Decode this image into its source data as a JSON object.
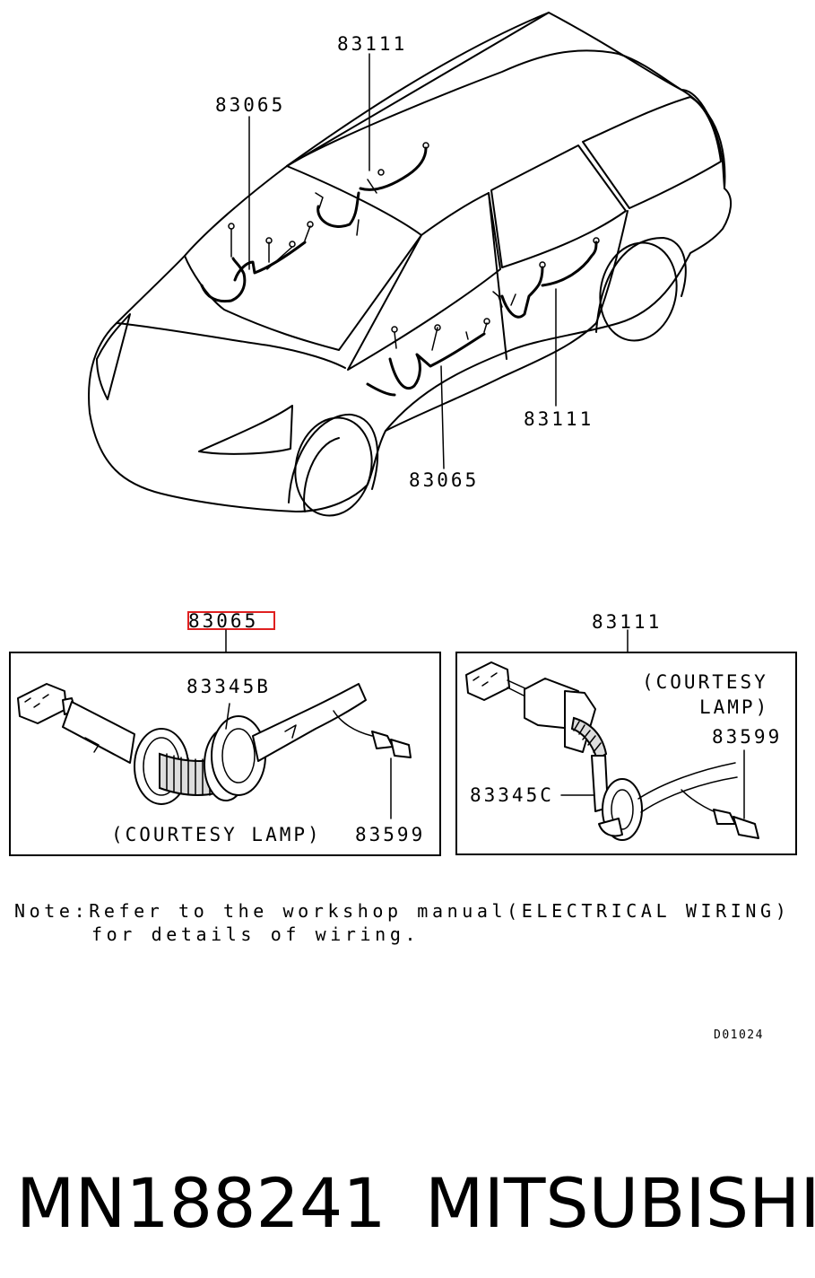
{
  "car": {
    "label_top_right": "83111",
    "label_top_left": "83065",
    "label_mid_right": "83111",
    "label_bottom": "83065"
  },
  "left_panel": {
    "header": "83065",
    "part_grommet": "83345B",
    "part_socket": "83599",
    "caption": "(COURTESY LAMP)"
  },
  "right_panel": {
    "header": "83111",
    "caption_line1": "(COURTESY",
    "caption_line2": "LAMP)",
    "part_socket": "83599",
    "part_grommet": "83345C"
  },
  "note": {
    "line1": "Note:Refer to the workshop manual(ELECTRICAL WIRING)",
    "line2": "for details of wiring."
  },
  "drawing_code": "D01024",
  "footer": {
    "part_number": "MN188241",
    "brand": "MITSUBISHI"
  },
  "highlight_color": "#e02020"
}
